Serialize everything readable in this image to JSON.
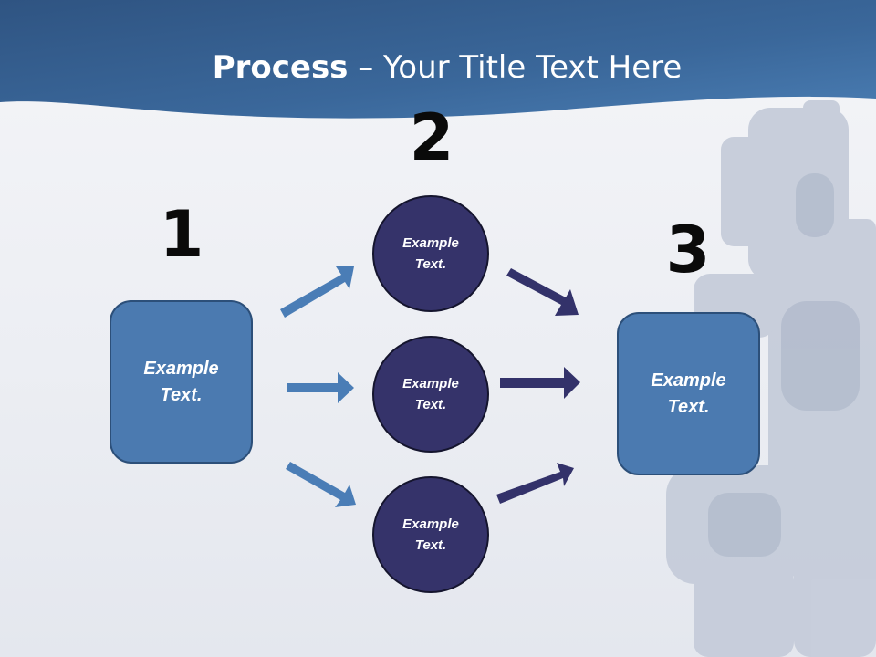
{
  "title": {
    "bold": "Process",
    "rest": " – Your Title Text Here"
  },
  "steps": {
    "one": "1",
    "two": "2",
    "three": "3"
  },
  "left_box": {
    "text": "Example Text."
  },
  "circles": [
    {
      "text": "Example Text."
    },
    {
      "text": "Example Text."
    },
    {
      "text": "Example Text."
    }
  ],
  "right_box": {
    "text": "Example Text."
  },
  "colors": {
    "header": "#3d6a9c",
    "box_fill": "#4b7ab0",
    "circle_fill": "#35336a",
    "left_arrow": "#4a7db6",
    "right_arrow": "#33326a"
  }
}
